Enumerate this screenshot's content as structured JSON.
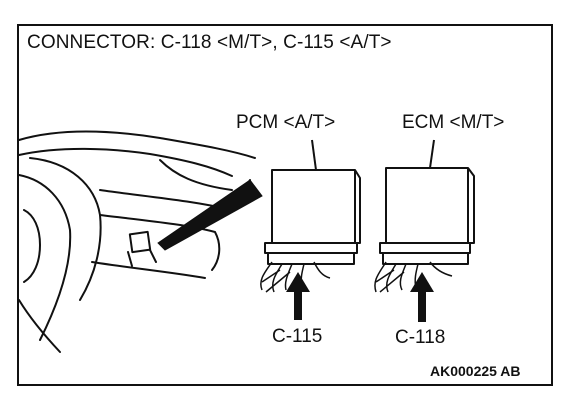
{
  "title": "CONNECTOR: C-118 <M/T>, C-115 <A/T>",
  "modules": [
    {
      "label": "PCM <A/T>",
      "connector": "C-115"
    },
    {
      "label": "ECM <M/T>",
      "connector": "C-118"
    }
  ],
  "reference_code": "AK000225 AB"
}
